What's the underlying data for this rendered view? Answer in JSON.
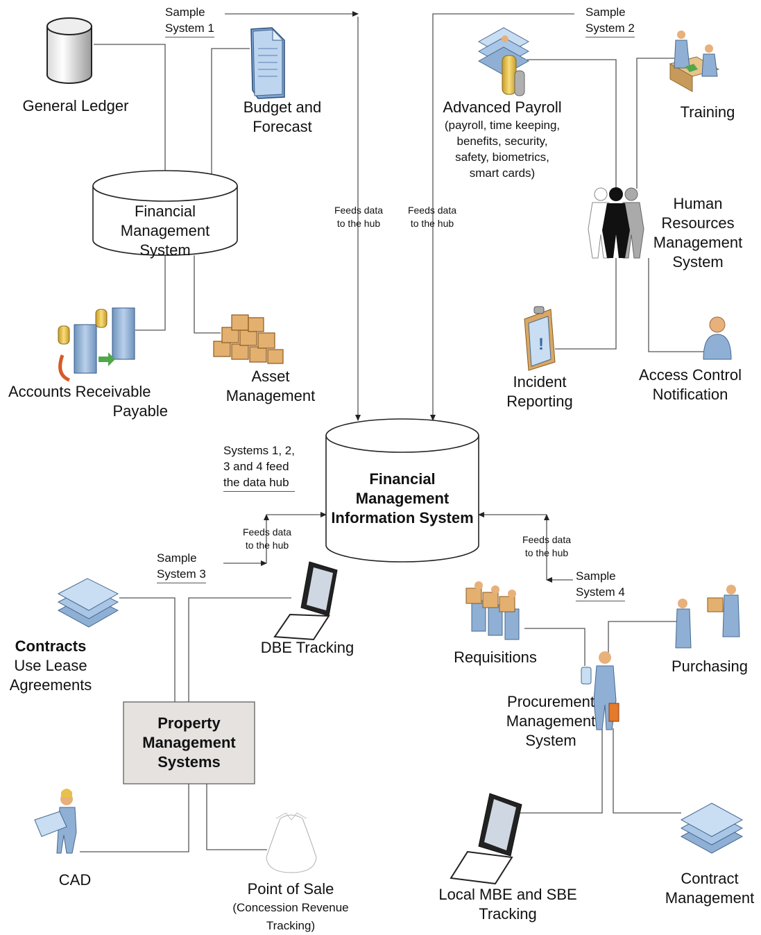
{
  "sample_system_1": [
    "Sample",
    "System 1"
  ],
  "sample_system_2": [
    "Sample",
    "System 2"
  ],
  "sample_system_3": [
    "Sample",
    "System 3"
  ],
  "sample_system_4": [
    "Sample",
    "System 4"
  ],
  "general_ledger": "General Ledger",
  "budget": [
    "Budget and",
    "Forecast"
  ],
  "fms": [
    "Financial",
    "Management",
    "System"
  ],
  "accounts": [
    "Accounts Receivable",
    "Payable"
  ],
  "asset": [
    "Asset",
    "Management"
  ],
  "payroll": [
    "Advanced Payroll",
    "(payroll, time keeping,",
    "benefits, security,",
    "safety, biometrics,",
    "smart cards)"
  ],
  "training": "Training",
  "hrms": [
    "Human",
    "Resources",
    "Management",
    "System"
  ],
  "incident": [
    "Incident",
    "Reporting"
  ],
  "access": [
    "Access Control",
    "Notification"
  ],
  "feeds_label": [
    "Feeds data",
    "to the hub"
  ],
  "hub_note": [
    "Systems 1, 2,",
    "3 and 4 feed",
    "the data hub"
  ],
  "fmis": [
    "Financial",
    "Management",
    "Information System"
  ],
  "contracts": [
    "Contracts",
    "Use Lease",
    "Agreements"
  ],
  "dbe": "DBE Tracking",
  "pms": [
    "Property",
    "Management",
    "Systems"
  ],
  "cad": "CAD",
  "pos": [
    "Point of Sale",
    "(Concession Revenue",
    "Tracking)"
  ],
  "requisitions": "Requisitions",
  "purchasing": "Purchasing",
  "procurement": [
    "Procurement",
    "Management",
    "System"
  ],
  "mbe": [
    "Local MBE and SBE",
    "Tracking"
  ],
  "contract_mgmt": [
    "Contract",
    "Management"
  ],
  "colors": {
    "line": "#555555",
    "pms_box": "#e5e2df",
    "figure_blue": "#8fb0d4",
    "box_tan": "#d69a58",
    "coin_gold": "#e8c04a",
    "paper_blue": "#b8d4ea"
  }
}
